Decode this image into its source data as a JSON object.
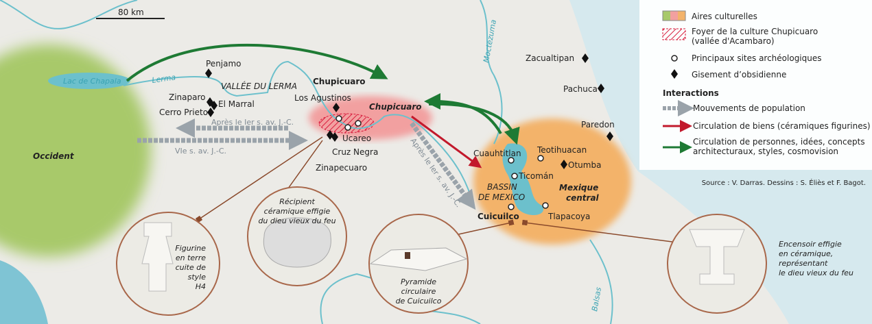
{
  "scale": "80 km",
  "rivers": {
    "lerma": "Lerma",
    "moctezuma": "Moctezuma",
    "balsas": "Balsas"
  },
  "lake": "Lac de Chapala",
  "regions": {
    "occident": "Occident",
    "chupicuaro_region": "Chupicuaro",
    "mexique_central_1": "Mexique",
    "mexique_central_2": "central",
    "vallee": "VALLÉE DU LERMA",
    "bassin_1": "BASSIN",
    "bassin_2": "DE MEXICO"
  },
  "sites": {
    "penjamo": "Penjamo",
    "zinaparo": "Zinaparo",
    "el_marral": "El Marral",
    "cerro_prieto": "Cerro Prieto",
    "chupicuaro": "Chupicuaro",
    "los_agustinos": "Los Agustinos",
    "ucareo": "Ucareo",
    "cruz_negra": "Cruz Negra",
    "zinapecuaro": "Zinapecuaro",
    "zacualtipan": "Zacualtipan",
    "pachuca": "Pachuca",
    "paredon": "Paredon",
    "cuauhtitlan": "Cuauhtitlan",
    "teotihuacan": "Teotihuacan",
    "otumba": "Otumba",
    "ticoman": "Ticomán",
    "cuicuilco": "Cuicuilco",
    "tlapacoya": "Tlapacoya"
  },
  "movements": {
    "west": "Après le Ier s. av. J.-C.",
    "east": "VIe s. av. J.-C.",
    "southeast": "Après le Ier s. av. J.-C."
  },
  "vignettes": {
    "figurine": [
      "Figurine",
      "en terre",
      "cuite de",
      "style",
      "H4"
    ],
    "recipient": [
      "Récipient",
      "céramique effigie",
      "du dieu vieux du feu"
    ],
    "pyramide": [
      "Pyramide",
      "circulaire",
      "de Cuicuilco"
    ],
    "encensoir": [
      "Encensoir effigie",
      "en céramique,",
      "représentant",
      "le dieu vieux du feu"
    ]
  },
  "legend": {
    "aires": "Aires culturelles",
    "foyer_1": "Foyer de la culture Chupicuaro",
    "foyer_2": "(vallée d'Acambaro)",
    "sites": "Principaux sites archéologiques",
    "obsidienne": "Gisement d’obsidienne",
    "interactions": "Interactions",
    "population": "Mouvements de population",
    "biens": "Circulation de biens (céramiques figurines)",
    "personnes_1": "Circulation de personnes, idées, concepts",
    "personnes_2": "architecturaux, styles, cosmovision"
  },
  "source": "Source : V. Darras. Dessins : S. Éliès et F. Bagot.",
  "colors": {
    "green": "#1e7a34",
    "red": "#c2192c",
    "grey": "#9aa3aa",
    "water": "#6cc0cc",
    "orange": "#f3b36b",
    "pink": "#f2a0a0",
    "occident": "#a8c96a"
  }
}
